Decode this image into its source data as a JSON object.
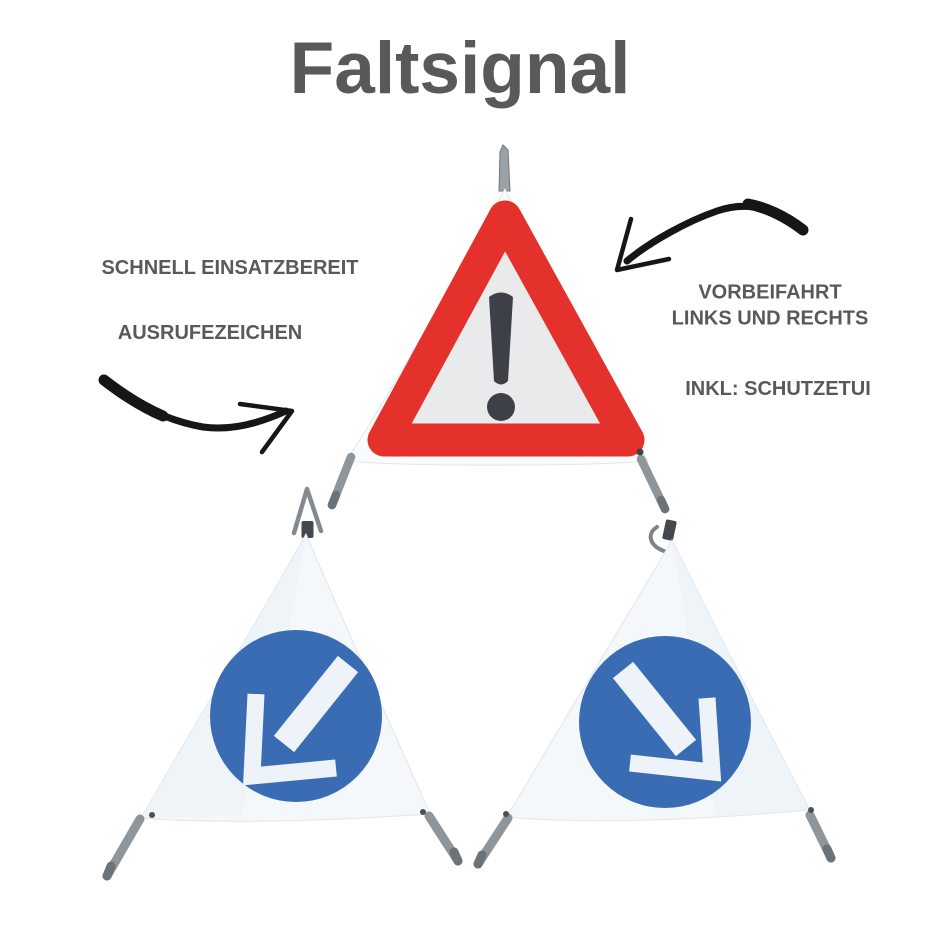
{
  "title": "Faltsignal",
  "annotations": {
    "left_top": "SCHNELL EINSATZBEREIT",
    "left_mid": "AUSRUFEZEICHEN",
    "right_top_line1": "VORBEIFAHRT",
    "right_top_line2": "LINKS UND RECHTS",
    "right_bottom": "INKL: SCHUTZETUI"
  },
  "colors": {
    "text_gray": "#58595b",
    "signal_red": "#e5312b",
    "sign_face_gray": "#e8eaec",
    "exclamation_dark": "#3d4147",
    "sign_blue": "#3a6cb3",
    "arrow_white": "#edf3f8",
    "fabric_white": "#f9fbfc",
    "fabric_tint": "#e9f0f6",
    "leg_gray": "#8e969b",
    "leg_tip_gray": "#6c7378",
    "hardware_dark": "#43494e",
    "annotation_black": "#161616"
  }
}
